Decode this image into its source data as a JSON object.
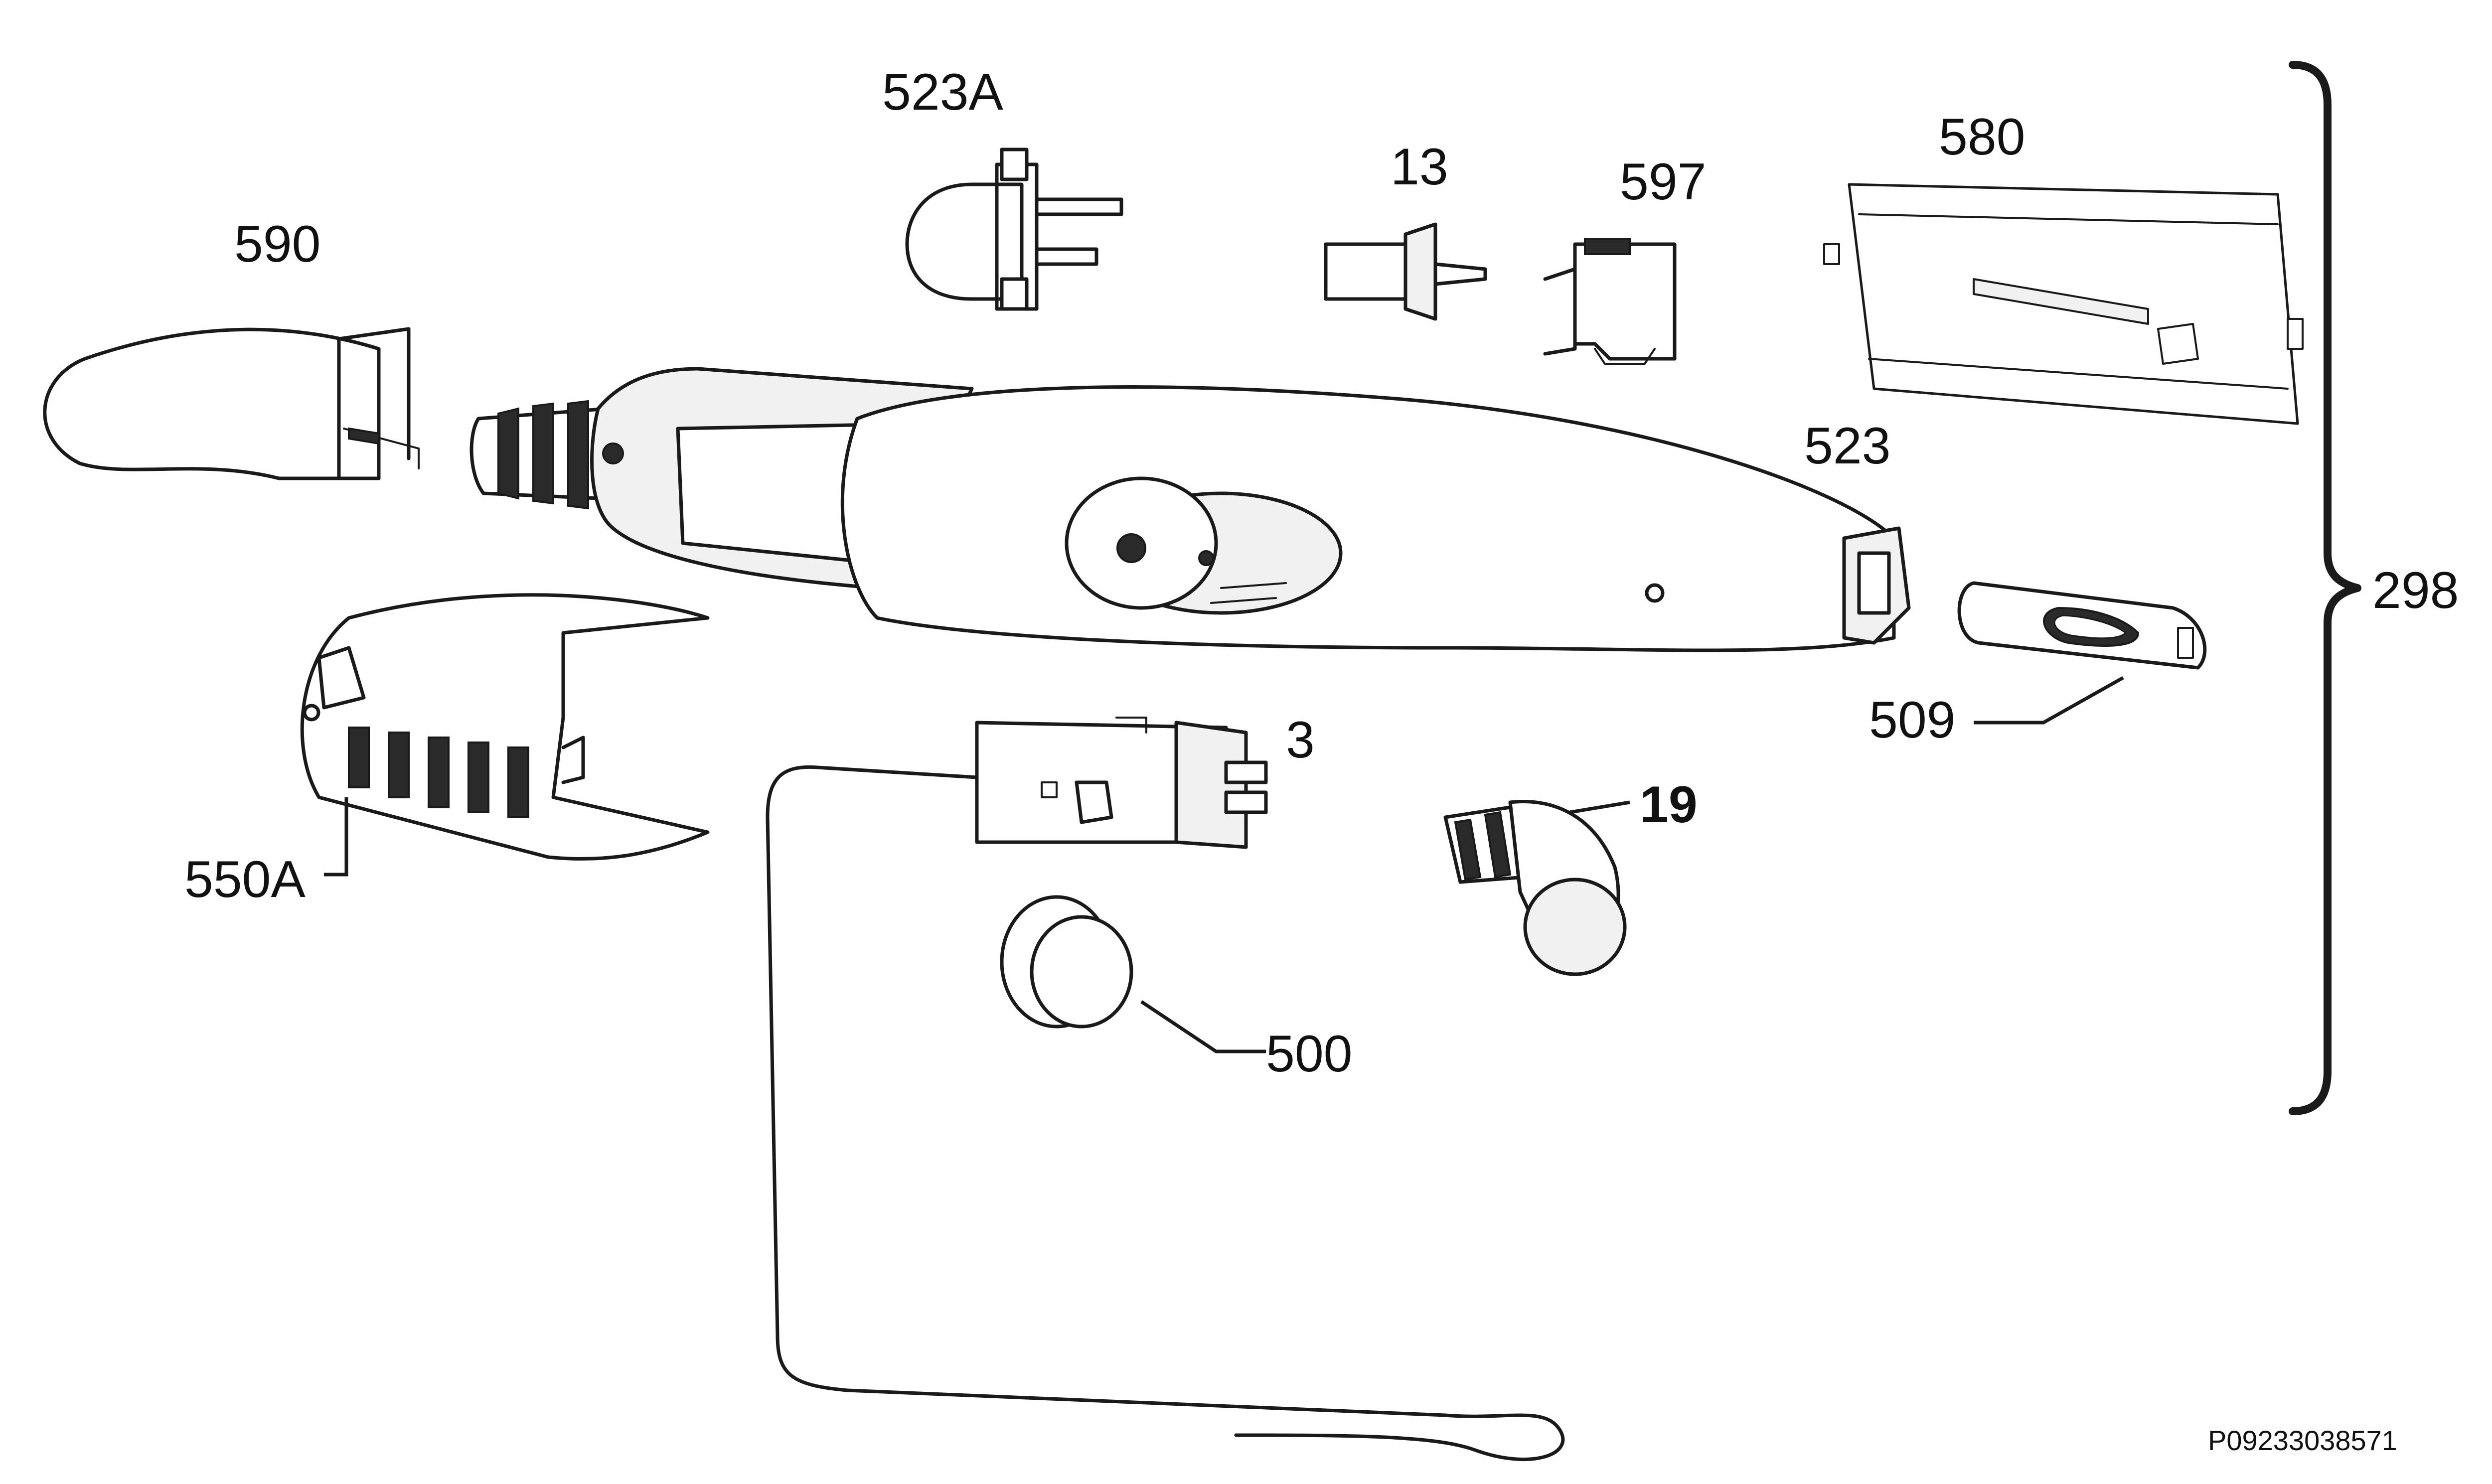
{
  "labels": {
    "p523A": "523A",
    "p13": "13",
    "p597": "597",
    "p580": "580",
    "p590": "590",
    "p523": "523",
    "p298": "298",
    "p509": "509",
    "p3": "3",
    "p19": "19",
    "p550A": "550A",
    "p500": "500"
  },
  "reference_code": "P09233038571"
}
